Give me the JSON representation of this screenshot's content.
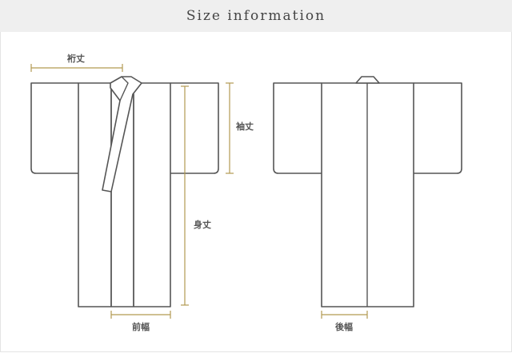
{
  "header": {
    "title": "Size information"
  },
  "diagram": {
    "labels": {
      "yuki": "裄丈",
      "sode_take": "袖丈",
      "mi_take": "身丈",
      "mae_haba": "前幅",
      "ushiro_haba": "後幅"
    }
  },
  "colors": {
    "header_background": "#efefef",
    "outline": "#555555",
    "dimension_line": "#b29a52"
  }
}
